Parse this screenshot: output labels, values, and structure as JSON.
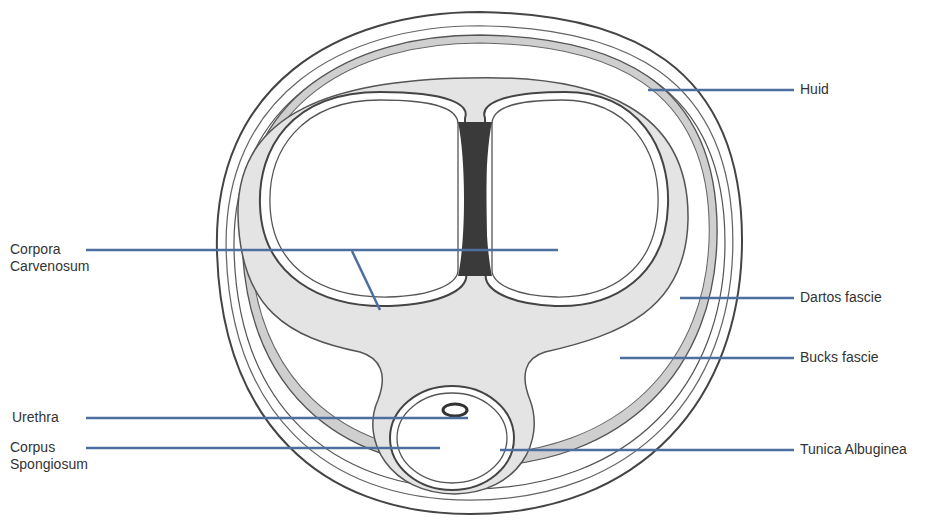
{
  "diagram": {
    "labels": [
      "Huid",
      "Corpora Carvenosum",
      "Dartos fascie",
      "Bucks fascie",
      "Urethra",
      "Corpus Spongiosum",
      "Tunica Albuginea"
    ]
  }
}
